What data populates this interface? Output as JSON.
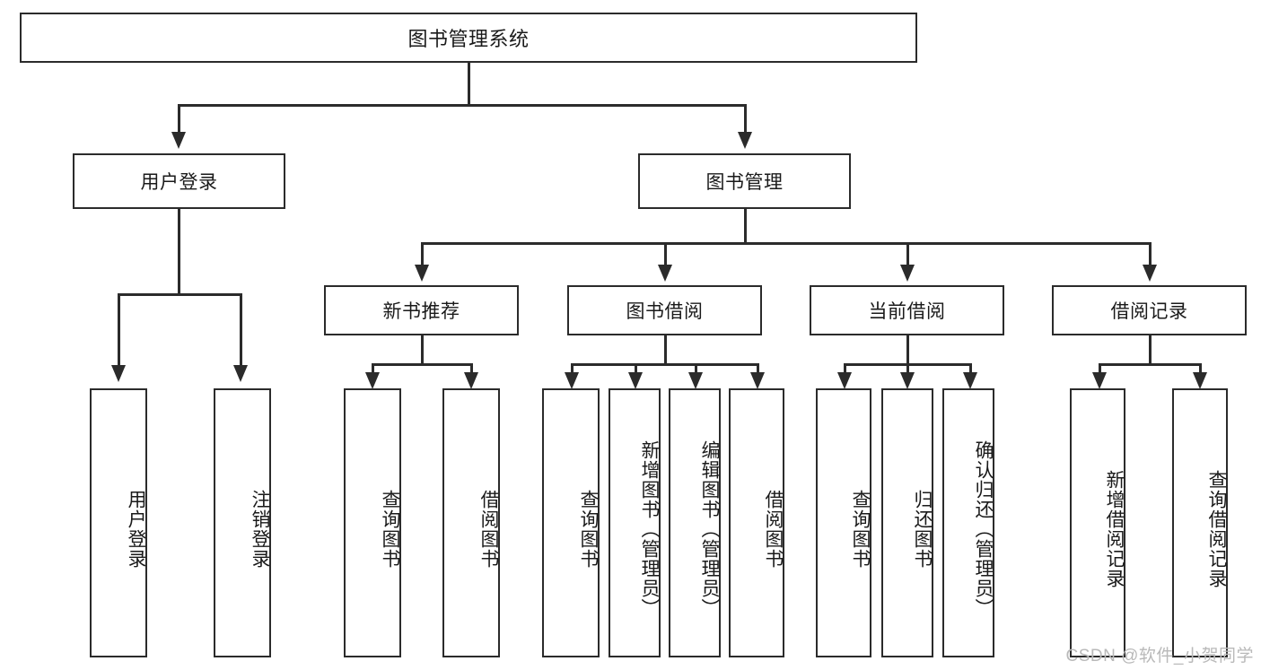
{
  "diagram": {
    "type": "tree-hierarchy-chart",
    "title_text": "图书管理系统",
    "root": {
      "label": "图书管理系统"
    },
    "level2": [
      {
        "label": "用户登录"
      },
      {
        "label": "图书管理"
      }
    ],
    "level3": [
      {
        "label": "新书推荐"
      },
      {
        "label": "图书借阅"
      },
      {
        "label": "当前借阅"
      },
      {
        "label": "借阅记录"
      }
    ],
    "leaves": {
      "user_login": [
        {
          "label": "用户登录"
        },
        {
          "label": "注销登录"
        }
      ],
      "new_book_recommend": [
        {
          "label": "查询图书"
        },
        {
          "label": "借阅图书"
        }
      ],
      "book_borrow": [
        {
          "label": "查询图书"
        },
        {
          "label": "新增图书（管理员）"
        },
        {
          "label": "编辑图书（管理员）"
        },
        {
          "label": "借阅图书"
        }
      ],
      "current_borrow": [
        {
          "label": "查询图书"
        },
        {
          "label": "归还图书"
        },
        {
          "label": "确认归还（管理员）"
        }
      ],
      "borrow_record": [
        {
          "label": "新增借阅记录"
        },
        {
          "label": "查询借阅记录"
        }
      ]
    }
  },
  "watermark": {
    "text": "CSDN @软件_小贺同学"
  },
  "colors": {
    "stroke": "#2b2b2b",
    "background": "#ffffff",
    "text": "#1a1a1a",
    "watermark": "#b9b9b9"
  }
}
